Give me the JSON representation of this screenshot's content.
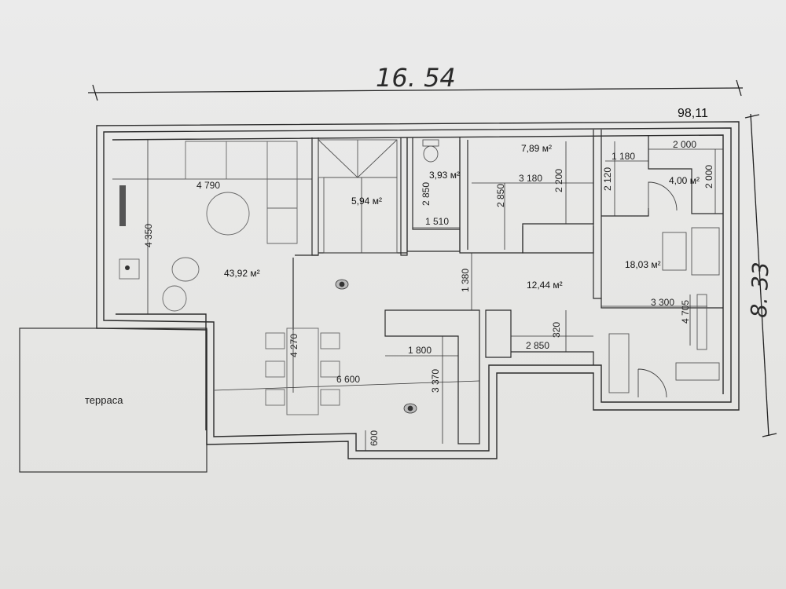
{
  "overall": {
    "width_label": "16. 54",
    "height_label": "8. 33",
    "total_area": "98,11"
  },
  "rooms": {
    "living": "43,92 м²",
    "stair": "5,94 м²",
    "wc": "3,93 м²",
    "room_789": "7,89 м²",
    "hall": "12,44 м²",
    "small": "4,00 м²",
    "gym": "18,03 м²"
  },
  "terrace": "терраса",
  "dimensions": {
    "d4790": "4 790",
    "d4350": "4 350",
    "d2850a": "2 850",
    "d1510": "1 510",
    "d3180": "3 180",
    "d2850b": "2 850",
    "d2200": "2 200",
    "d1180": "1 180",
    "d2120": "2 120",
    "d2000a": "2 000",
    "d2000b": "2 000",
    "d1380": "1 380",
    "d4270": "4 270",
    "d1800": "1 800",
    "d6600": "6 600",
    "d3370": "3 370",
    "d600": "600",
    "d2850c": "2 850",
    "d320": "320",
    "d3300": "3 300",
    "d4705": "4 705"
  }
}
